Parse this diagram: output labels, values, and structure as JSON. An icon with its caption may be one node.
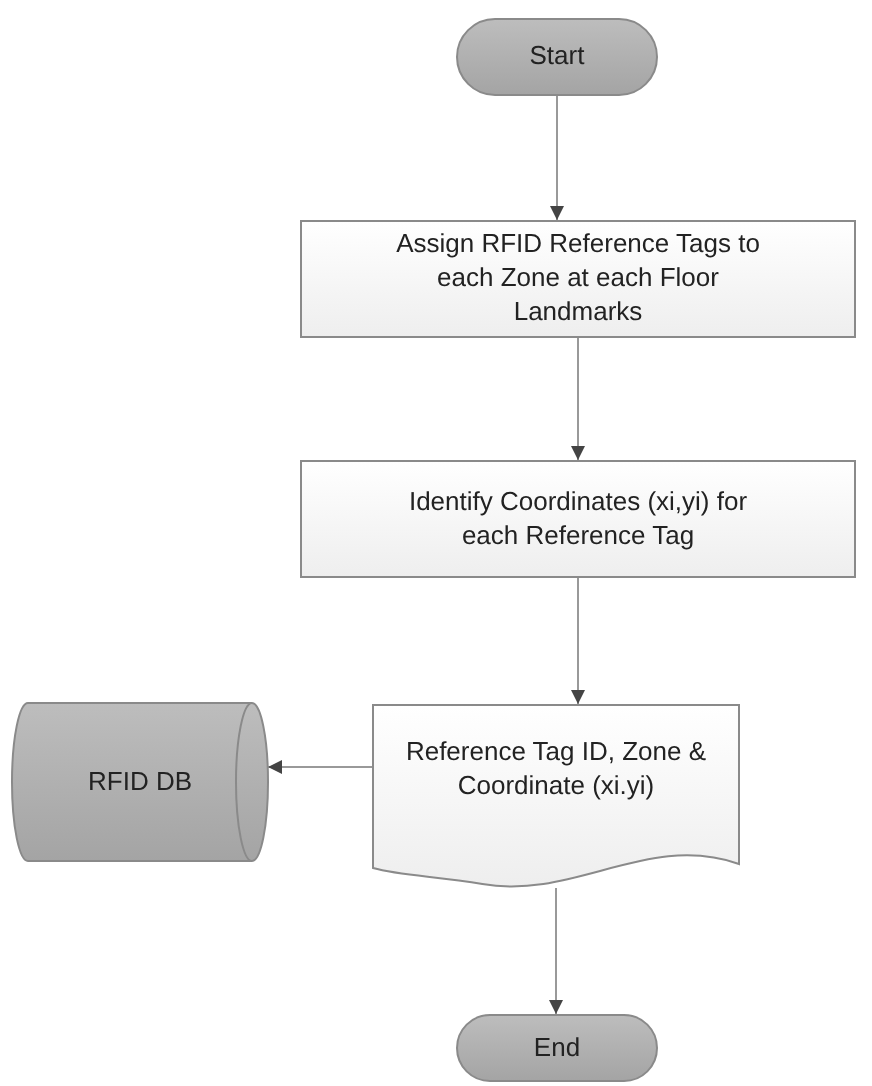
{
  "diagram": {
    "nodes": [
      {
        "text": [
          "Start"
        ]
      },
      {
        "text": [
          "Assign RFID Reference Tags to each Zone at each Floor Landmarks"
        ]
      },
      {
        "text": [
          "Identify Coordinates (xi,yi) for each Reference Tag"
        ]
      },
      {
        "text": [
          "Reference Tag ID, Zone & Coordinate (xi.yi)"
        ]
      },
      {
        "text": [
          "RFID DB"
        ]
      },
      {
        "text": [
          "End"
        ]
      }
    ],
    "edges": [
      {
        "from": 0,
        "to": 1,
        "arrow": "to"
      },
      {
        "from": 1,
        "to": 2,
        "arrow": "to"
      },
      {
        "from": 2,
        "to": 3,
        "arrow": "to"
      },
      {
        "from": 3,
        "to": 4,
        "arrow": "to"
      },
      {
        "from": 3,
        "to": 5,
        "arrow": "to"
      }
    ]
  }
}
